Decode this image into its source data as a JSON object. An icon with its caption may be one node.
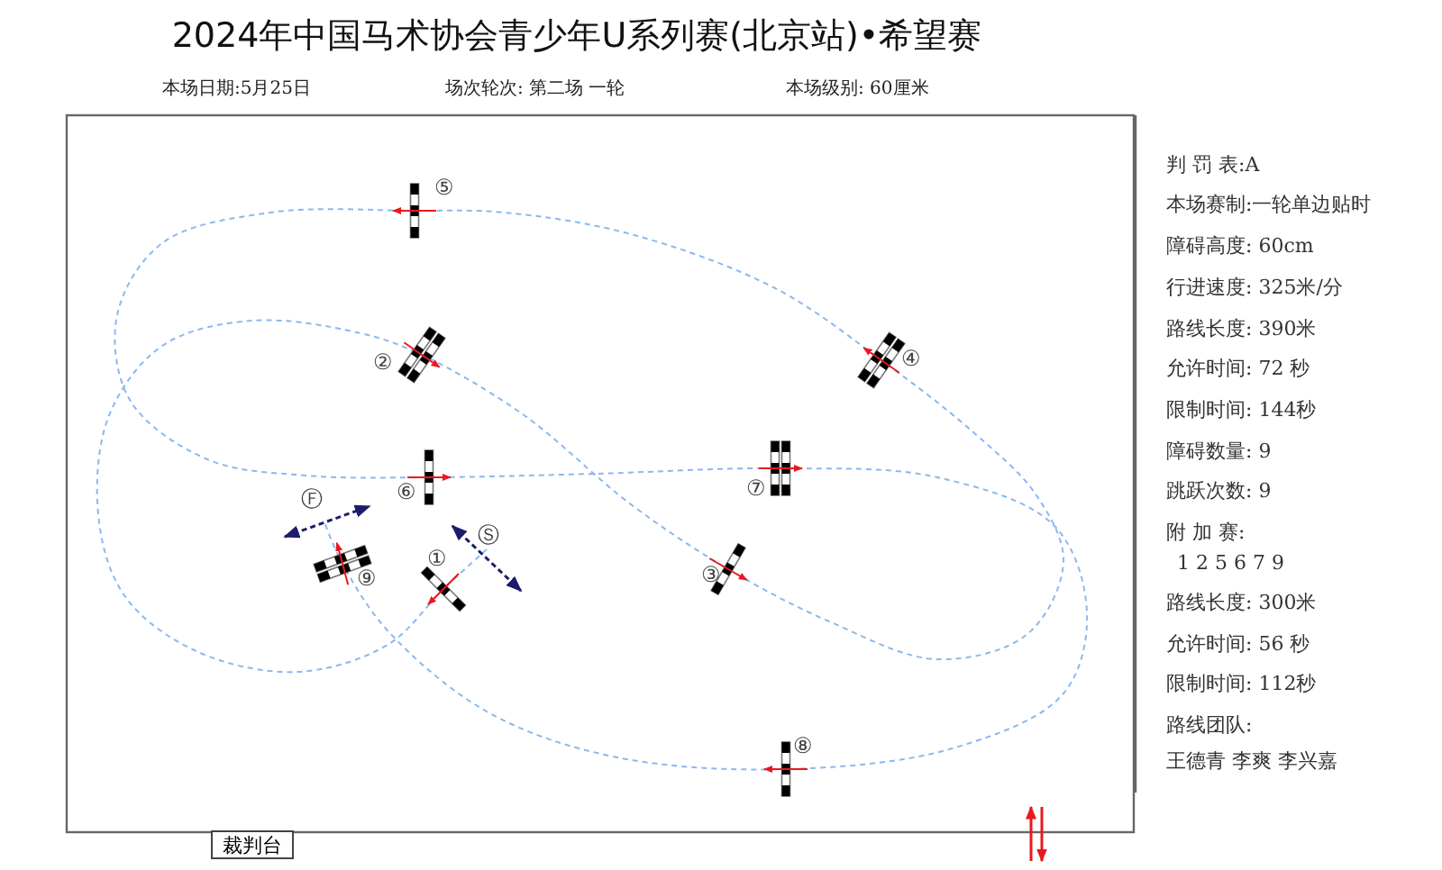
{
  "diagram": {
    "title": "2024年中国马术协会青少年U系列赛(北京站)•希望赛",
    "nodes": [
      {
        "text": [
          "裁判台"
        ]
      }
    ],
    "labels": [
      "本场日期:5月25日",
      "场次轮次: 第二场 一轮",
      "本场级别: 60厘米",
      "⑤",
      "②",
      "④",
      "⑥",
      "⑦",
      "Ⓕ",
      "Ⓢ",
      "⑨",
      "①",
      "③",
      "⑧",
      "判 罚 表:A",
      "本场赛制:一轮单边贴时",
      "障碍高度: 60cm",
      "行进速度: 325米/分",
      "路线长度: 390米",
      "允许时间: 72 秒",
      "限制时间: 144秒",
      "障碍数量: 9",
      "跳跃次数: 9",
      "附 加 赛:",
      "1 2 5 6 7 9",
      "路线长度: 300米",
      "允许时间: 56 秒",
      "限制时间: 112秒",
      "路线团队:",
      "王德青 李爽 李兴嘉"
    ]
  }
}
